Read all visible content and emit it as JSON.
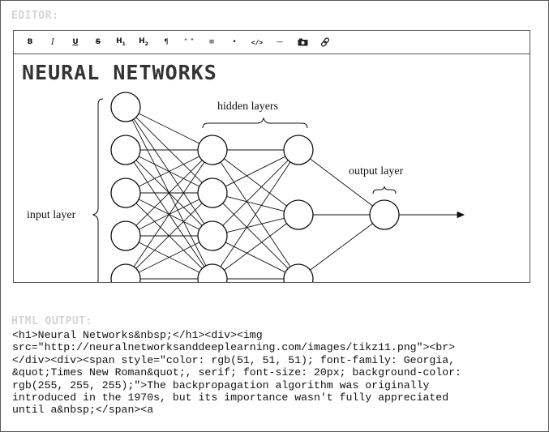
{
  "editor": {
    "label": "EDITOR:",
    "toolbar": [
      {
        "name": "bold-button",
        "label": "B",
        "cls": "bold"
      },
      {
        "name": "italic-button",
        "label": "I",
        "cls": "italic"
      },
      {
        "name": "underline-button",
        "label": "U",
        "cls": "underline"
      },
      {
        "name": "strikethrough-button",
        "label": "S",
        "cls": "strike"
      },
      {
        "name": "heading1-button",
        "label": "H1",
        "cls": "heading"
      },
      {
        "name": "heading2-button",
        "label": "H2",
        "cls": "heading"
      },
      {
        "name": "paragraph-button",
        "label": "¶",
        "cls": ""
      },
      {
        "name": "quote-button",
        "label": "“ ”",
        "cls": ""
      },
      {
        "name": "ordered-list-button",
        "label": "≡",
        "cls": ""
      },
      {
        "name": "unordered-list-button",
        "label": "•",
        "cls": ""
      },
      {
        "name": "code-button",
        "label": "</>",
        "cls": "code"
      },
      {
        "name": "horizontal-rule-button",
        "label": "—",
        "cls": ""
      },
      {
        "name": "image-button",
        "label": "image-icon",
        "cls": "icon"
      },
      {
        "name": "link-button",
        "label": "link-icon",
        "cls": "icon"
      }
    ],
    "heading": "NEURAL NETWORKS",
    "diagram": {
      "hidden_label": "hidden layers",
      "output_label": "output layer",
      "input_label": "input layer"
    }
  },
  "output": {
    "label": "HTML OUTPUT:",
    "lines": [
      "<h1>Neural Networks&nbsp;</h1><div><img",
      "src=\"http://neuralnetworksanddeeplearning.com/images/tikz11.png\"><br>",
      "</div><div><span style=\"color: rgb(51, 51, 51); font-family: Georgia,",
      "&quot;Times New Roman&quot;, serif; font-size: 20px; background-color:",
      "rgb(255, 255, 255);\">The backpropagation algorithm was originally",
      "introduced in the 1970s, but its importance wasn't fully appreciated",
      "until a&nbsp;</span><a"
    ]
  }
}
